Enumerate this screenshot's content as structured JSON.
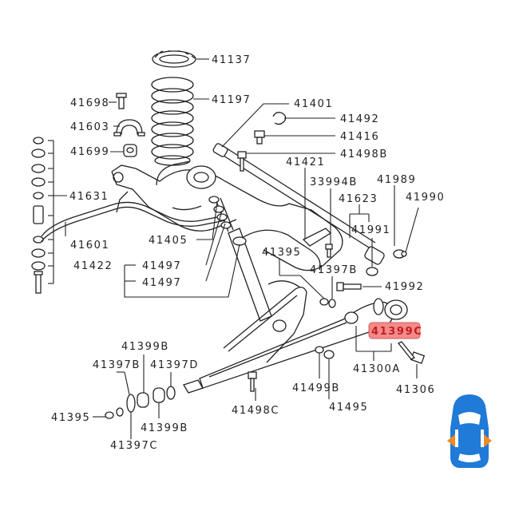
{
  "diagram": {
    "labels": {
      "l41137": "41137",
      "l41197": "41197",
      "l41698": "41698",
      "l41603": "41603",
      "l41699": "41699",
      "l41631": "41631",
      "l41601": "41601",
      "l41401": "41401",
      "l41492": "41492",
      "l41416": "41416",
      "l41498B": "41498B",
      "l41421": "41421",
      "l33994B": "33994B",
      "l41989": "41989",
      "l41990": "41990",
      "l41623": "41623",
      "l41991": "41991",
      "l41405": "41405",
      "l41422": "41422",
      "l41497a": "41497",
      "l41497b": "41497",
      "l41395a": "41395",
      "l41397Ba": "41397B",
      "l41992": "41992",
      "l41399C": "41399C",
      "l41300A": "41300A",
      "l41306": "41306",
      "l41399Ba": "41399B",
      "l41397Bb": "41397B",
      "l41397D": "41397D",
      "l41395b": "41395",
      "l41399Bb": "41399B",
      "l41397C": "41397C",
      "l41498C": "41498C",
      "l41499B": "41499B",
      "l41495": "41495"
    },
    "highlight": {
      "part": "41399C",
      "color": "#f28b8b"
    },
    "vehicle_icon": {
      "body_color": "#1f7ad8",
      "marker_color": "#f08a24"
    }
  }
}
